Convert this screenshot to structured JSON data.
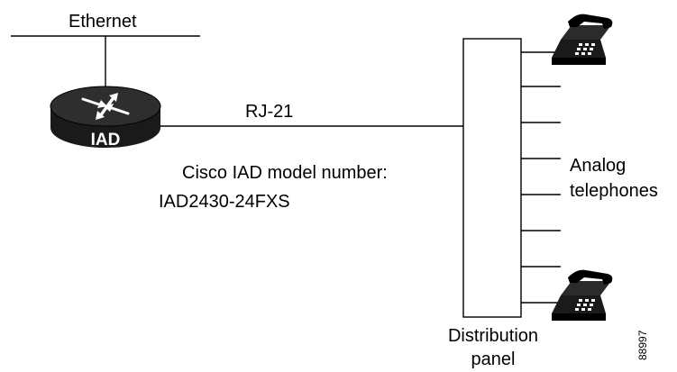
{
  "labels": {
    "ethernet": "Ethernet",
    "rj21": "RJ-21",
    "model_caption": "Cisco IAD model number:",
    "model_number": "IAD2430-24FXS",
    "analog": "Analog",
    "telephones": "telephones",
    "distribution": "Distribution",
    "panel": "panel",
    "figure_number": "88997",
    "iad_badge": "IAD"
  },
  "icons": {
    "router": "router-icon",
    "phone": "telephone-icon"
  },
  "colors": {
    "line": "#000000",
    "router_body": "#1a1a1a",
    "router_top": "#3a3a3a",
    "background": "#ffffff"
  }
}
